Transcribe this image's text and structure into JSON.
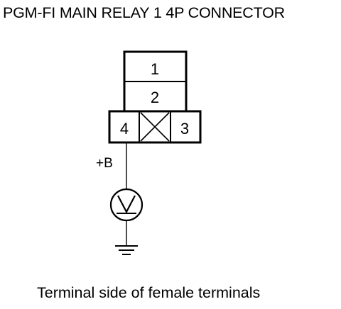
{
  "title": "PGM-FI MAIN RELAY 1 4P CONNECTOR",
  "connector": {
    "terminals": {
      "t1": "1",
      "t2": "2",
      "t3": "3",
      "t4": "4"
    }
  },
  "probe": {
    "supply_label": "+B",
    "meter_icon": "voltmeter-icon",
    "ground_icon": "ground-icon"
  },
  "caption": "Terminal side of female terminals",
  "colors": {
    "line": "#000000",
    "background": "#ffffff"
  }
}
